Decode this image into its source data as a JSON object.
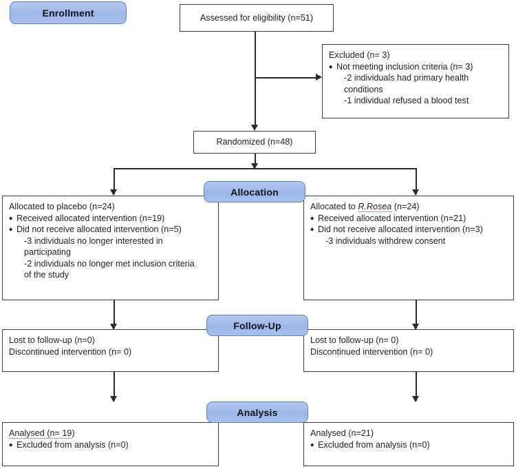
{
  "diagram": {
    "type": "consort-flow-diagram",
    "accent_color": "#9cb6e8",
    "accent_border": "#5f7fc0",
    "box_border": "#3c3c3c",
    "text_color": "#231f20"
  },
  "stages": {
    "enrollment": "Enrollment",
    "allocation": "Allocation",
    "followup": "Follow-Up",
    "analysis": "Analysis"
  },
  "nodes": {
    "assessed": {
      "text": "Assessed for eligibility  (n=51)"
    },
    "excluded": {
      "title": "Excluded (n= 3)",
      "bullet1": "Not meeting inclusion  criteria (n= 3)",
      "sub1": "-2 individuals  had primary health",
      "sub1b": "conditions",
      "sub2": "-1 individual refused a blood test"
    },
    "randomized": {
      "text": "Randomized (n=48)"
    },
    "alloc_left": {
      "title": "Allocated to placebo (n=24)",
      "bullet1": "Received allocated intervention  (n=19)",
      "bullet2": "Did not receive allocated intervention  (n=5)",
      "sub1": "-3 individuals  no longer interested  in",
      "sub1b": "participating",
      "sub2": "-2 individuals  no longer met inclusion criteria",
      "sub2b": "of the study"
    },
    "alloc_right": {
      "title_prefix": "Allocated to ",
      "title_species": "R.Rosea",
      "title_suffix": " (n=24)",
      "bullet1": "Received allocated intervention  (n=21)",
      "bullet2": "Did not receive allocated intervention  (n=3)",
      "sub1": "-3 individuals  withdrew consent"
    },
    "followup_left": {
      "line1": "Lost to follow-up (n=0)",
      "line2": "Discontinued intervention  (n= 0)"
    },
    "followup_right": {
      "line1": "Lost to follow-up (n= 0)",
      "line2": "Discontinued intervention  (n= 0)"
    },
    "analysis_left": {
      "line1_prefix": "Analysed (n= 19",
      "line1_suffix": ")",
      "bullet1": "Excluded from analysis  (n=0)"
    },
    "analysis_right": {
      "line1": "Analysed (n=21)",
      "bullet1": "Excluded from analysis  (n=0)"
    }
  }
}
